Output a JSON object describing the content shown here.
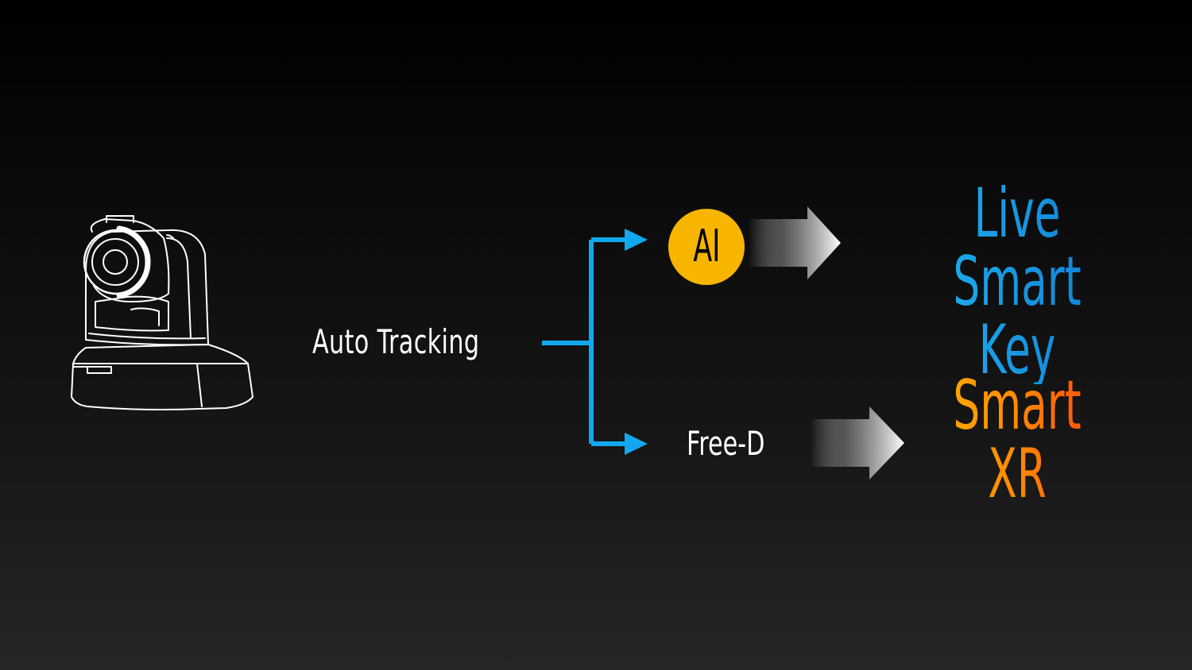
{
  "source": {
    "label": "Auto Tracking",
    "icon": "ptz-camera-icon"
  },
  "branches": [
    {
      "label": "AI",
      "badge_color": "#f7b500",
      "result": [
        "Live Smart",
        "Key"
      ],
      "result_colors": [
        "#1fb0ef",
        "#0f7fd3"
      ]
    },
    {
      "label": "Free-D",
      "result": [
        "Smart",
        "XR"
      ],
      "result_colors": [
        "#ffb300",
        "#ff8a00",
        "#ff3d10"
      ]
    }
  ],
  "colors": {
    "connector": "#12a8ef",
    "background_top": "#000000",
    "background_bottom": "#262626"
  }
}
